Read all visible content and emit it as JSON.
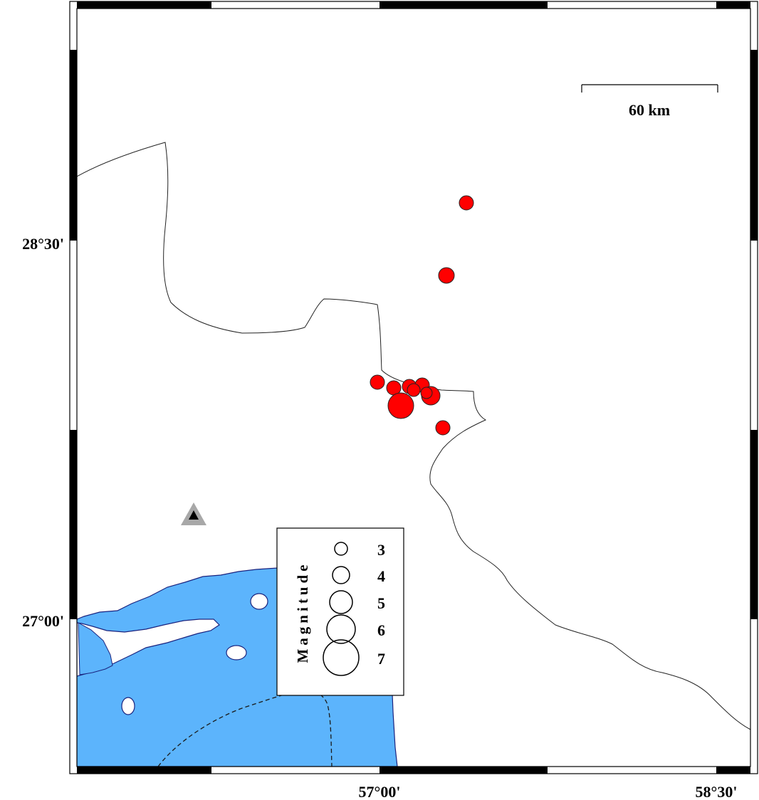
{
  "map": {
    "lat_labels": [
      "28°30'",
      "27°00'"
    ],
    "lon_labels": [
      "57°00'",
      "58°30'"
    ],
    "scale_bar": {
      "label": "60 km"
    },
    "legend": {
      "title": "Magnitude",
      "entries": [
        "3",
        "4",
        "5",
        "6",
        "7"
      ]
    },
    "colors": {
      "water": "#5cb4fc",
      "earthquake": "#ff0000",
      "station": "#a8a8a8",
      "coast": "#1a237e"
    },
    "station_icon": "triangle-station-icon"
  }
}
